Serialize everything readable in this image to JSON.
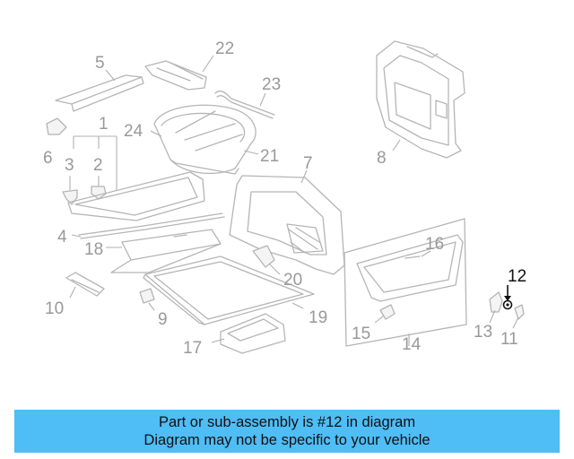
{
  "labels": {
    "l1": "1",
    "l2": "2",
    "l3": "3",
    "l4": "4",
    "l5": "5",
    "l6": "6",
    "l7": "7",
    "l8": "8",
    "l9": "9",
    "l10": "10",
    "l11": "11",
    "l12": "12",
    "l13": "13",
    "l14": "14",
    "l15": "15",
    "l16": "16",
    "l17": "17",
    "l18": "18",
    "l19": "19",
    "l20": "20",
    "l21": "21",
    "l22": "22",
    "l23": "23",
    "l24": "24"
  },
  "highlighted_part": "12",
  "colors": {
    "banner": "#4fbdf6",
    "highlight": "#111111",
    "part_label": "#999999"
  },
  "banner": {
    "line1": "Part or sub-assembly is #12 in diagram",
    "line2": "Diagram may not be specific to your vehicle"
  }
}
